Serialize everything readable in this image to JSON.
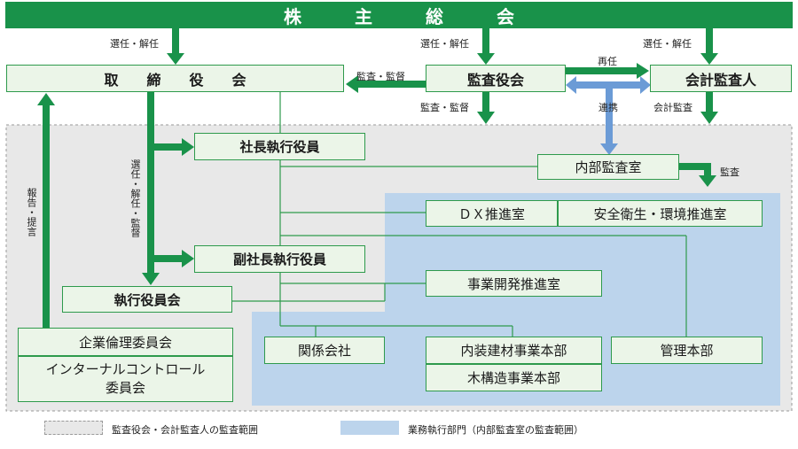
{
  "top": {
    "shareholders": "株　　　主　　　総　　　会"
  },
  "boxes": {
    "board": "取　　締　　役　　会",
    "audit_board": "監査役会",
    "accounting_auditor": "会計監査人",
    "president": "社長執行役員",
    "internal_audit": "内部監査室",
    "dx": "ＤＸ推進室",
    "safety": "安全衛生・環境推進室",
    "vice_president": "副社長執行役員",
    "business_dev": "事業開発推進室",
    "exec_committee": "執行役員会",
    "affiliates": "関係会社",
    "interior_materials": "内装建材事業本部",
    "wood_structure": "木構造事業本部",
    "admin": "管理本部",
    "ethics_committee": "企業倫理委員会",
    "ic_committee_line1": "インターナルコントロール",
    "ic_committee_line2": "委員会"
  },
  "labels": {
    "elect1": "選任・解任",
    "elect2": "選任・解任",
    "elect3": "選任・解任",
    "reappoint": "再任",
    "audit_supervise1": "監査・監督",
    "audit_supervise2": "監査・監督",
    "accounting_audit": "会計監査",
    "cooperation": "連携",
    "audit": "監査",
    "elect_supervise_vertical": "選任・解任・監督",
    "report_vertical": "報告・提言"
  },
  "legend": {
    "grey_scope": "監査役会・会計監査人の監査範囲",
    "blue_scope": "業務執行部門（内部監査室の監査範囲）"
  },
  "colors": {
    "green": "#19924a",
    "box_fill": "#ebf5e8",
    "blue_area": "#bcd4ec",
    "grey_area": "#e8e8e8",
    "blue_arrow": "#6b9bd6"
  }
}
